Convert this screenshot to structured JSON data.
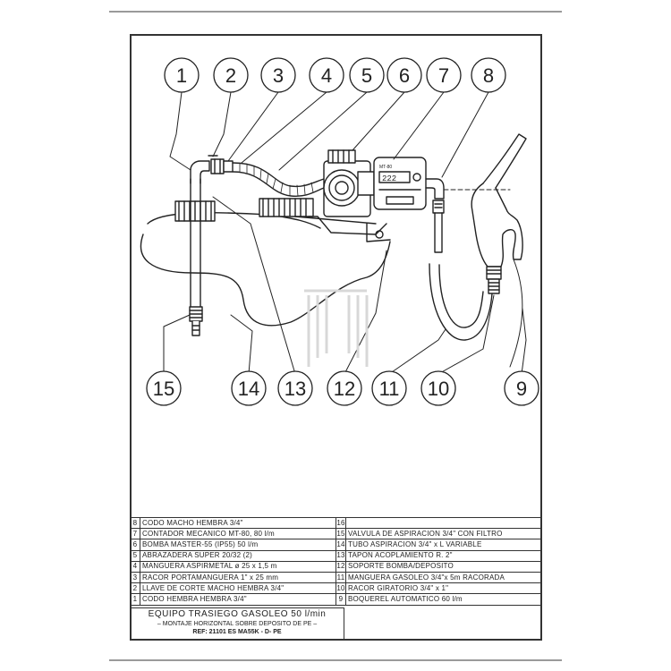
{
  "callouts_top": [
    "1",
    "2",
    "3",
    "4",
    "5",
    "6",
    "7",
    "8"
  ],
  "callouts_bottom": [
    "15",
    "14",
    "13",
    "12",
    "11",
    "10",
    "9"
  ],
  "meter_display": "222",
  "meter_label": "MT-80",
  "parts_rows": [
    {
      "left_no": "8",
      "left_desc": "CODO MACHO HEMBRA 3/4\"",
      "right_no": "16",
      "right_desc": ""
    },
    {
      "left_no": "7",
      "left_desc": "CONTADOR MECANICO MT-80, 80 l/m",
      "right_no": "15",
      "right_desc": "VALVULA DE ASPIRACION 3/4\" CON FILTRO"
    },
    {
      "left_no": "6",
      "left_desc": "BOMBA MASTER-55 (IP55) 50 l/m",
      "right_no": "14",
      "right_desc": "TUBO ASPIRACION 3/4\" x L VARIABLE"
    },
    {
      "left_no": "5",
      "left_desc": "ABRAZADERA SUPER 20/32 (2)",
      "right_no": "13",
      "right_desc": "TAPON ACOPLAMIENTO R. 2\""
    },
    {
      "left_no": "4",
      "left_desc": "MANGUERA ASPIRMETAL ø 25 x 1,5 m",
      "right_no": "12",
      "right_desc": "SOPORTE BOMBA/DEPOSITO"
    },
    {
      "left_no": "3",
      "left_desc": "RACOR PORTAMANGUERA 1\" x 25 mm",
      "right_no": "11",
      "right_desc": "MANGUERA GASOLEO 3/4\"x 5m RACORADA"
    },
    {
      "left_no": "2",
      "left_desc": "LLAVE DE CORTE MACHO HEMBRA 3/4\"",
      "right_no": "10",
      "right_desc": "RACOR GIRATORIO 3/4\" x 1\""
    },
    {
      "left_no": "1",
      "left_desc": "CODO HEMBRA HEMBRA 3/4\"",
      "right_no": "9",
      "right_desc": "BOQUEREL AUTOMATICO 60 l/m"
    }
  ],
  "title_block": {
    "title": "EQUIPO TRASIEGO GASOLEO 50 l/min",
    "subtitle": "– MONTAJE HORIZONTAL SOBRE DEPOSITO DE PE –",
    "ref": "REF: 21101 ES MA55K - D- PE"
  }
}
